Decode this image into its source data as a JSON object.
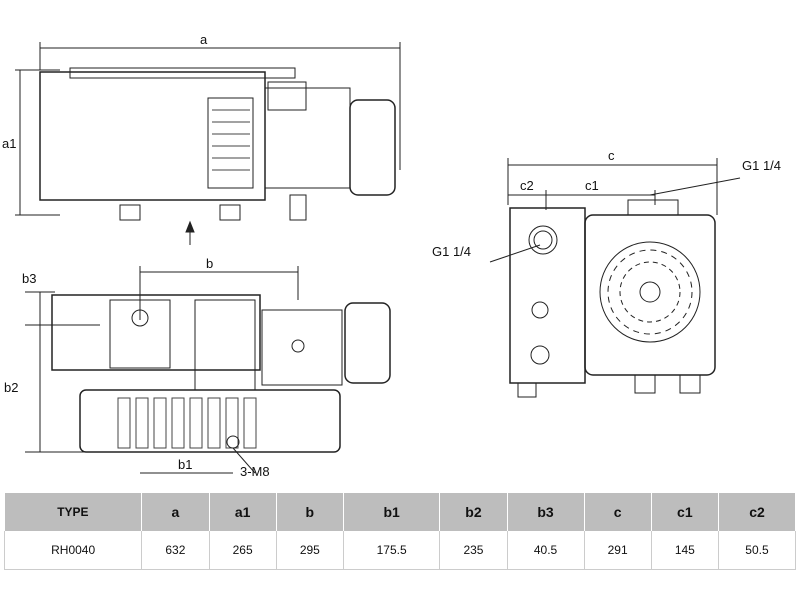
{
  "labels": {
    "a": "a",
    "a1": "a1",
    "b": "b",
    "b1": "b1",
    "b2": "b2",
    "b3": "b3",
    "c": "c",
    "c1": "c1",
    "c2": "c2",
    "g_right": "G1 1/4",
    "g_left": "G1 1/4",
    "m8": "3-M8"
  },
  "table": {
    "headers": [
      "TYPE",
      "a",
      "a1",
      "b",
      "b1",
      "b2",
      "b3",
      "c",
      "c1",
      "c2"
    ],
    "rows": [
      [
        "RH0040",
        "632",
        "265",
        "295",
        "175.5",
        "235",
        "40.5",
        "291",
        "145",
        "50.5"
      ]
    ]
  }
}
